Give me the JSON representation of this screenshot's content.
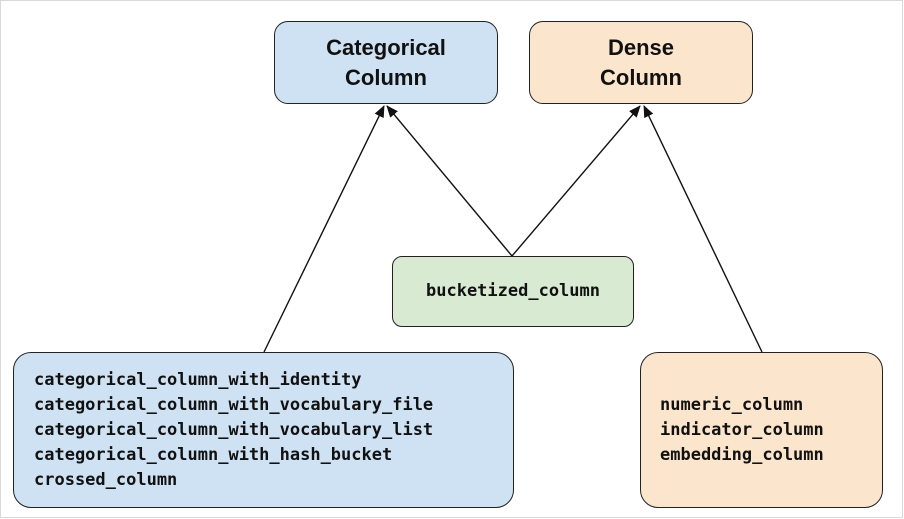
{
  "nodes": {
    "categorical": {
      "line1": "Categorical",
      "line2": "Column"
    },
    "dense": {
      "line1": "Dense",
      "line2": "Column"
    },
    "bucketized": {
      "label": "bucketized_column"
    },
    "categorical_list": [
      "categorical_column_with_identity",
      "categorical_column_with_vocabulary_file",
      "categorical_column_with_vocabulary_list",
      "categorical_column_with_hash_bucket",
      "crossed_column"
    ],
    "dense_list": [
      "numeric_column",
      "indicator_column",
      "embedding_column"
    ]
  },
  "colors": {
    "categorical_fill": "#cfe2f3",
    "dense_fill": "#fce5cd",
    "bucketized_fill": "#d9ead3",
    "stroke": "#222222"
  }
}
